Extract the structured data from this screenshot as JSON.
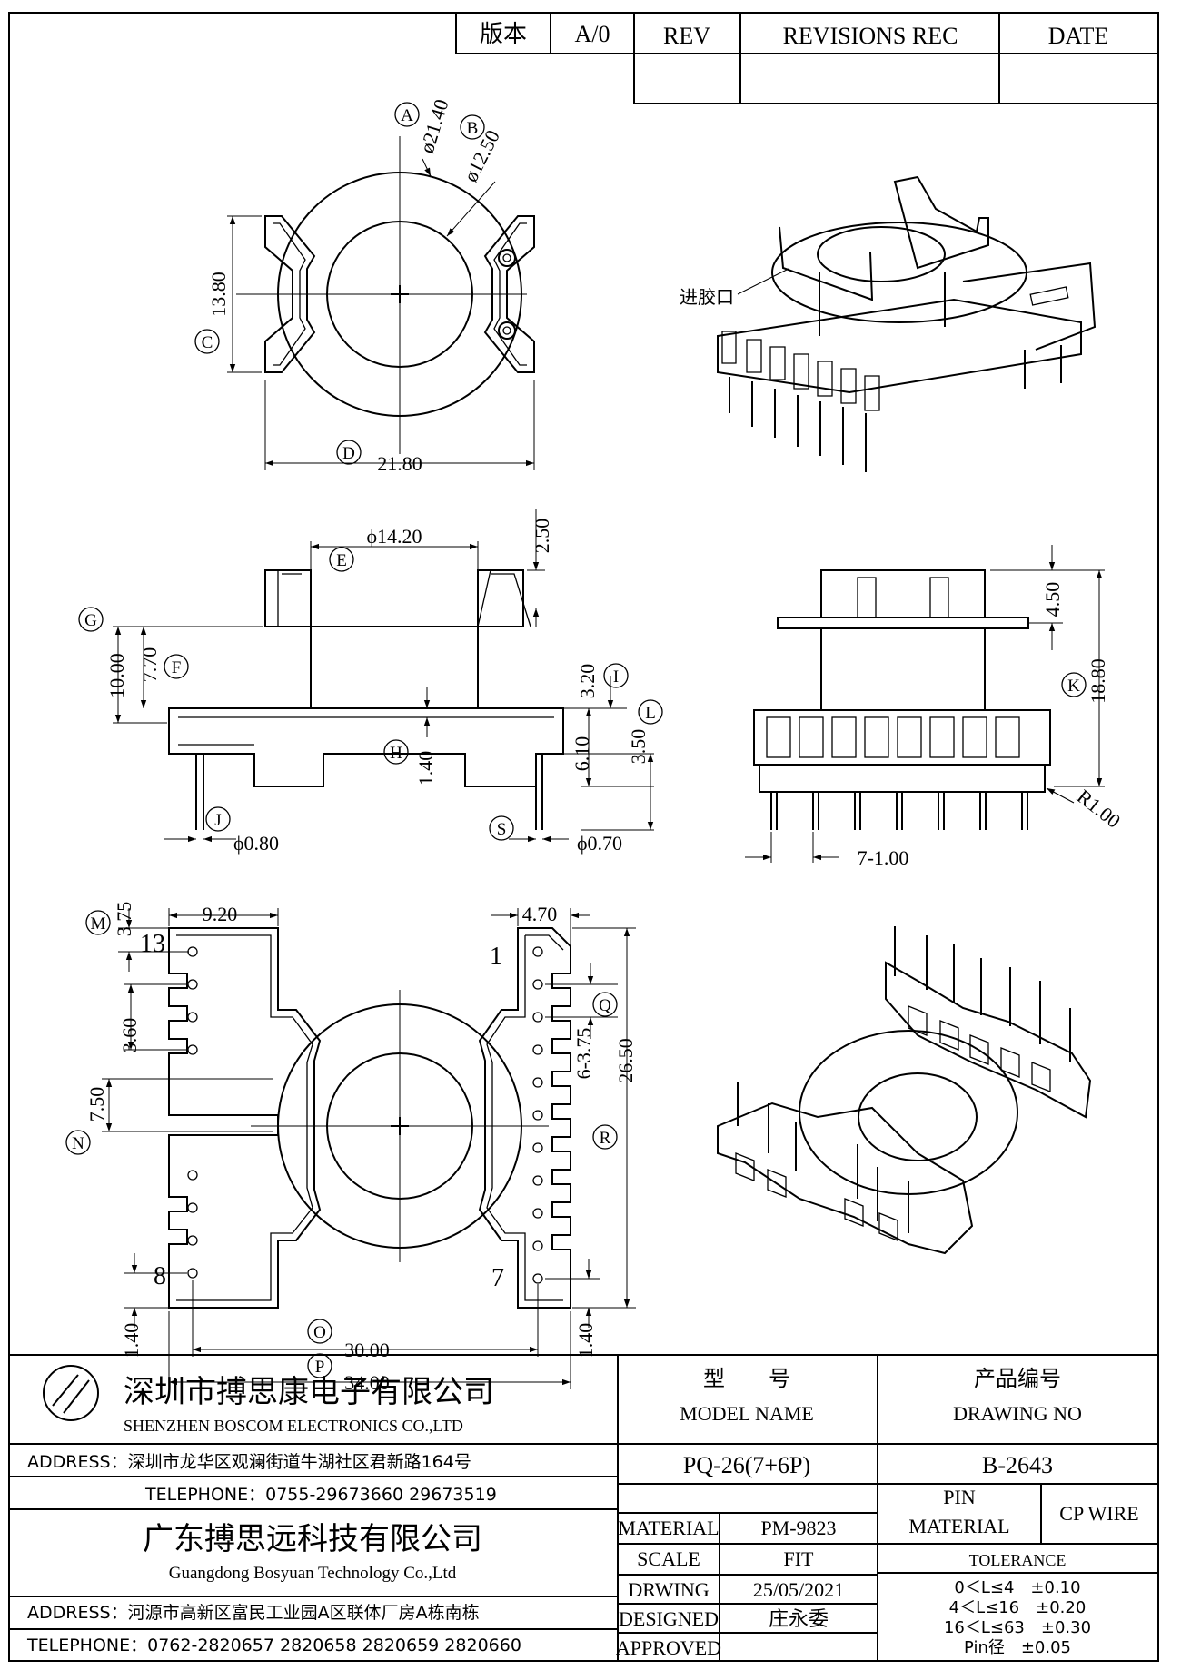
{
  "revision_block": {
    "version_label": "版本",
    "version_value": "A/0",
    "rev_label": "REV",
    "revisions_label": "REVISIONS REC",
    "date_label": "DATE"
  },
  "top_view": {
    "dim_a": "ø21.40",
    "dim_b": "ø12.50",
    "dim_c": "13.80",
    "dim_d": "21.80",
    "circle_a": "A",
    "circle_b": "B",
    "circle_c": "C",
    "circle_d": "D"
  },
  "iso_top": {
    "gate_label": "进胶口"
  },
  "front_view": {
    "dim_e": "ϕ14.20",
    "dim_top": "2.50",
    "dim_g": "10.00",
    "dim_f": "7.70",
    "dim_i": "3.20",
    "dim_l": "3.50",
    "dim_h": "1.40",
    "dim_61": "6.10",
    "dim_j": "ϕ0.80",
    "dim_s": "ϕ0.70",
    "circle_e": "E",
    "circle_g": "G",
    "circle_f": "F",
    "circle_i": "I",
    "circle_l": "L",
    "circle_h": "H",
    "circle_j": "J",
    "circle_s": "S"
  },
  "side_view": {
    "dim_450": "4.50",
    "dim_k": "18.80",
    "dim_r": "R1.00",
    "dim_pitch": "7-1.00",
    "circle_k": "K"
  },
  "bottom_view": {
    "dim_m": "3.75",
    "dim_920": "9.20",
    "dim_470": "4.70",
    "dim_360": "3.60",
    "dim_n": "7.50",
    "dim_q": "6-3.75",
    "dim_r": "26.50",
    "dim_140_left": "1.40",
    "dim_140_right": "1.40",
    "dim_o": "30.00",
    "dim_p": "34.00",
    "pin_13": "13",
    "pin_1": "1",
    "pin_8": "8",
    "pin_7": "7",
    "circle_m": "M",
    "circle_q": "Q",
    "circle_n": "N",
    "circle_r": "R",
    "circle_o": "O",
    "circle_p": "P"
  },
  "title_block": {
    "company_cn": "深圳市搏思康电子有限公司",
    "company_en": "SHENZHEN BOSCOM ELECTRONICS CO.,LTD",
    "address1": "ADDRESS：深圳市龙华区观澜街道牛湖社区君新路164号",
    "telephone1": "TELEPHONE：0755-29673660 29673519",
    "company2_cn": "广东搏思远科技有限公司",
    "company2_en": "Guangdong Bosyuan Technology Co.,Ltd",
    "address2": "ADDRESS：河源市高新区富民工业园A区联体厂房A栋南栋",
    "telephone2": "TELEPHONE：0762-2820657 2820658 2820659 2820660",
    "model_label_cn": "型　　号",
    "model_label_en": "MODEL NAME",
    "drawing_label_cn": "产品编号",
    "drawing_label_en": "DRAWING NO",
    "model_value": "PQ-26(7+6P)",
    "drawing_value": "B-2643",
    "material_label": "MATERIAL",
    "material_value": "PM-9823",
    "pin_material_label_1": "PIN",
    "pin_material_label_2": "MATERIAL",
    "pin_material_value": "CP WIRE",
    "scale_label": "SCALE",
    "scale_value": "FIT",
    "tolerance_label": "TOLERANCE",
    "drawing_date_label": "DRWING",
    "drawing_date_value": "25/05/2021",
    "designed_label": "DESIGNED",
    "designed_value": "庄永委",
    "approved_label": "APPROVED",
    "tol_1": "0＜L≤4　±0.10",
    "tol_2": "4＜L≤16　±0.20",
    "tol_3": "16＜L≤63　±0.30",
    "tol_4": "Pin径　±0.05"
  }
}
